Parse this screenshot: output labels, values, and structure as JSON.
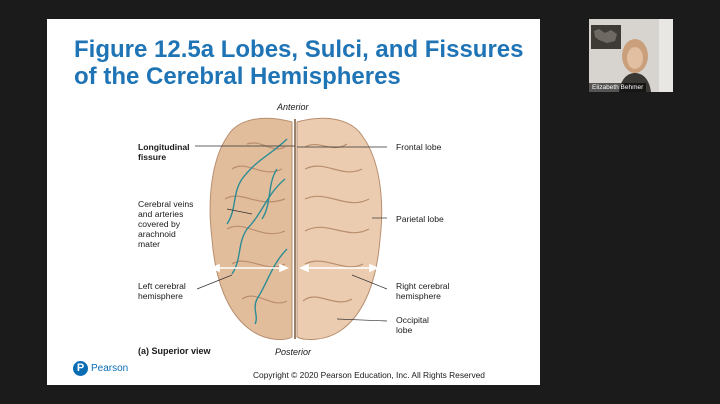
{
  "slide": {
    "title_line1": "Figure 12.5a Lobes, Sulci, and Fissures",
    "title_line2": "of the Cerebral Hemispheres",
    "anterior": "Anterior",
    "posterior": "Posterior",
    "labels_left": {
      "longitudinal": [
        "Longitudinal",
        "fissure"
      ],
      "veins": [
        "Cerebral veins",
        "and arteries",
        "covered by",
        "arachnoid",
        "mater"
      ],
      "left_hemi": [
        "Left cerebral",
        "hemisphere"
      ]
    },
    "labels_right": {
      "frontal": "Frontal lobe",
      "parietal": "Parietal lobe",
      "right_hemi": [
        "Right cerebral",
        "hemisphere"
      ],
      "occipital": [
        "Occipital",
        "lobe"
      ]
    },
    "caption": "(a) Superior view",
    "logo_letter": "P",
    "logo_text": "Pearson",
    "copyright": "Copyright © 2020 Pearson Education, Inc. All Rights Reserved"
  },
  "participant": {
    "name": "Elizabeth Behmer"
  },
  "colors": {
    "background": "#1b1b1b",
    "title": "#1f74b5",
    "brain": "#e6c3a3",
    "vessels": "#2e8d94"
  }
}
